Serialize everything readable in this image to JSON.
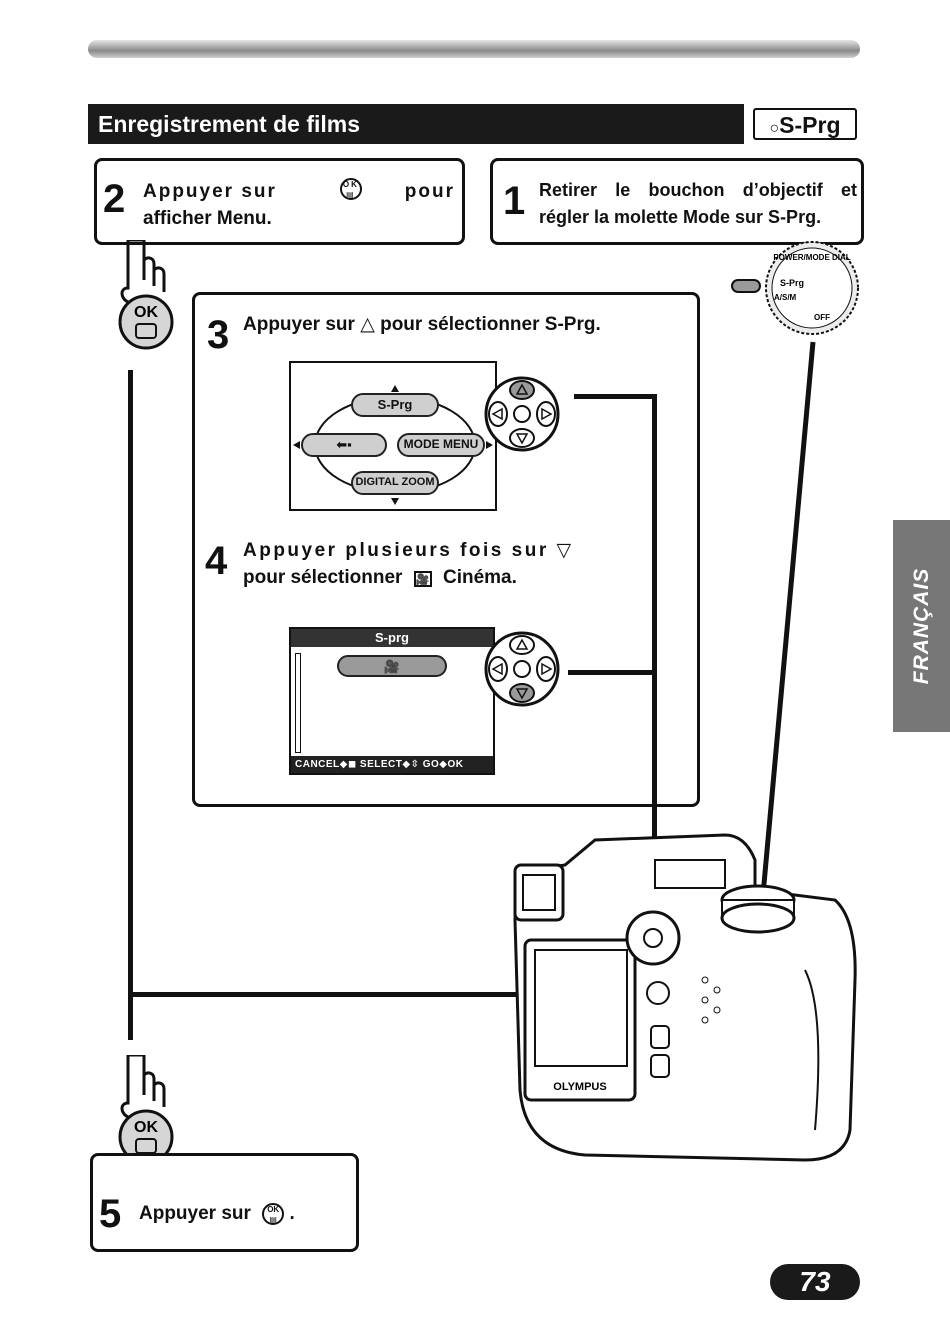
{
  "header": {
    "title": "Enregistrement de films",
    "mode_badge": "S-Prg"
  },
  "steps": {
    "s1": {
      "num": "1",
      "text": "Retirer le bouchon d’objectif et régler la molette Mode sur S-Prg."
    },
    "s2": {
      "num": "2",
      "text_a": "Appuyer sur",
      "text_b": "pour",
      "text_c": "afficher Menu."
    },
    "s3": {
      "num": "3",
      "text": "Appuyer sur △ pour sélectionner S-Prg."
    },
    "s4": {
      "num": "4",
      "text_a": "Appuyer plusieurs fois sur ▽",
      "text_b": "pour sélectionner",
      "text_c": "Cinéma."
    },
    "s5": {
      "num": "5",
      "text_a": "Appuyer sur",
      "text_b": "."
    }
  },
  "mode_menu": {
    "top": "S-Prg",
    "left_icon": "movie-mode-icon",
    "right": "MODE MENU",
    "bottom": "DIGITAL ZOOM"
  },
  "sprg_screen": {
    "title": "S-prg",
    "footer": "CANCEL◆◼ SELECT◆⇳  GO◆OK"
  },
  "buttons": {
    "ok_label": "OK"
  },
  "dial": {
    "label": "POWER/MODE DIAL",
    "positions": [
      "S-Prg",
      "A/S/M",
      "OFF"
    ]
  },
  "camera": {
    "brand": "OLYMPUS"
  },
  "side_tab": "FRANÇAIS",
  "page_number": "73",
  "icons": {
    "ok_button": "ok-menu-icon",
    "movie": "movie-camera-icon",
    "finger": "pointing-finger-icon",
    "dial": "mode-dial-icon"
  }
}
